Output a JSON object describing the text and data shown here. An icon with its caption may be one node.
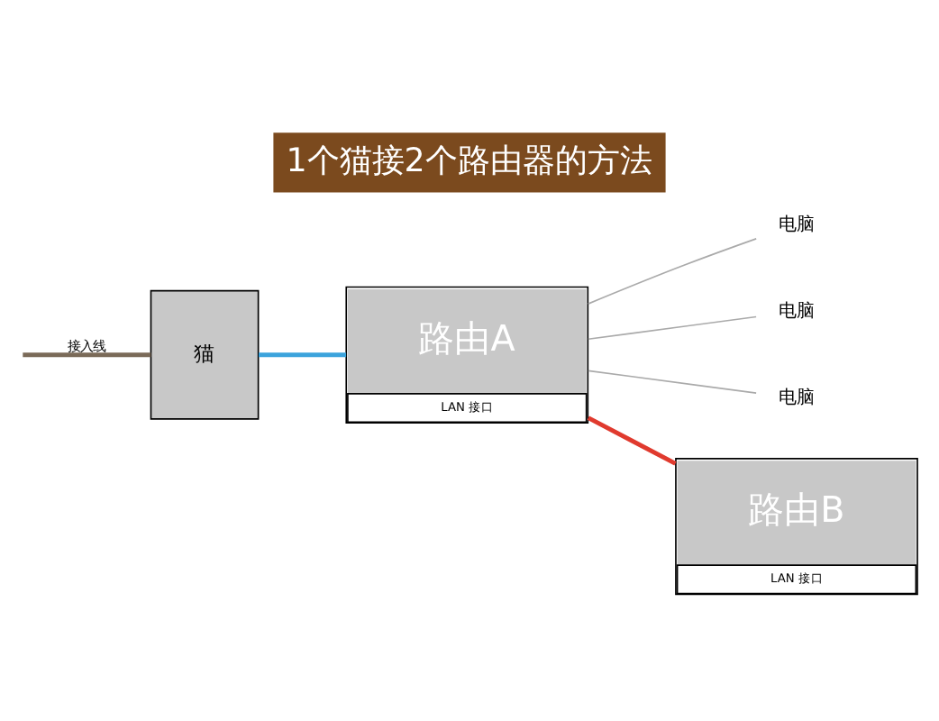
{
  "diagram": {
    "title": "1个猫接2个路由器的方法",
    "nodes": [
      {
        "text": [
          "路由A",
          "LAN 接口"
        ]
      },
      {
        "text": [
          "电脑"
        ]
      },
      {
        "text": [
          "电脑"
        ]
      },
      {
        "text": [
          "电脑"
        ]
      },
      {
        "text": [
          "猫"
        ]
      },
      {
        "text": [
          "路由B",
          "LAN 接口"
        ]
      }
    ],
    "edges": [
      {
        "from": null,
        "to": 4,
        "arrow": "none",
        "label": "接入线",
        "color": "#7a6a58",
        "style": "thick"
      },
      {
        "from": 4,
        "to": 0,
        "arrow": "none",
        "color": "#3ba3dc",
        "style": "thick"
      },
      {
        "from": 0,
        "to": 5,
        "arrow": "none",
        "color": "#e03a2e",
        "style": "thick"
      },
      {
        "from": 0,
        "to": 1,
        "arrow": "none",
        "color": "#aaaaaa"
      },
      {
        "from": 0,
        "to": 2,
        "arrow": "none",
        "color": "#aaaaaa"
      },
      {
        "from": 0,
        "to": 3,
        "arrow": "none",
        "color": "#aaaaaa"
      }
    ]
  }
}
